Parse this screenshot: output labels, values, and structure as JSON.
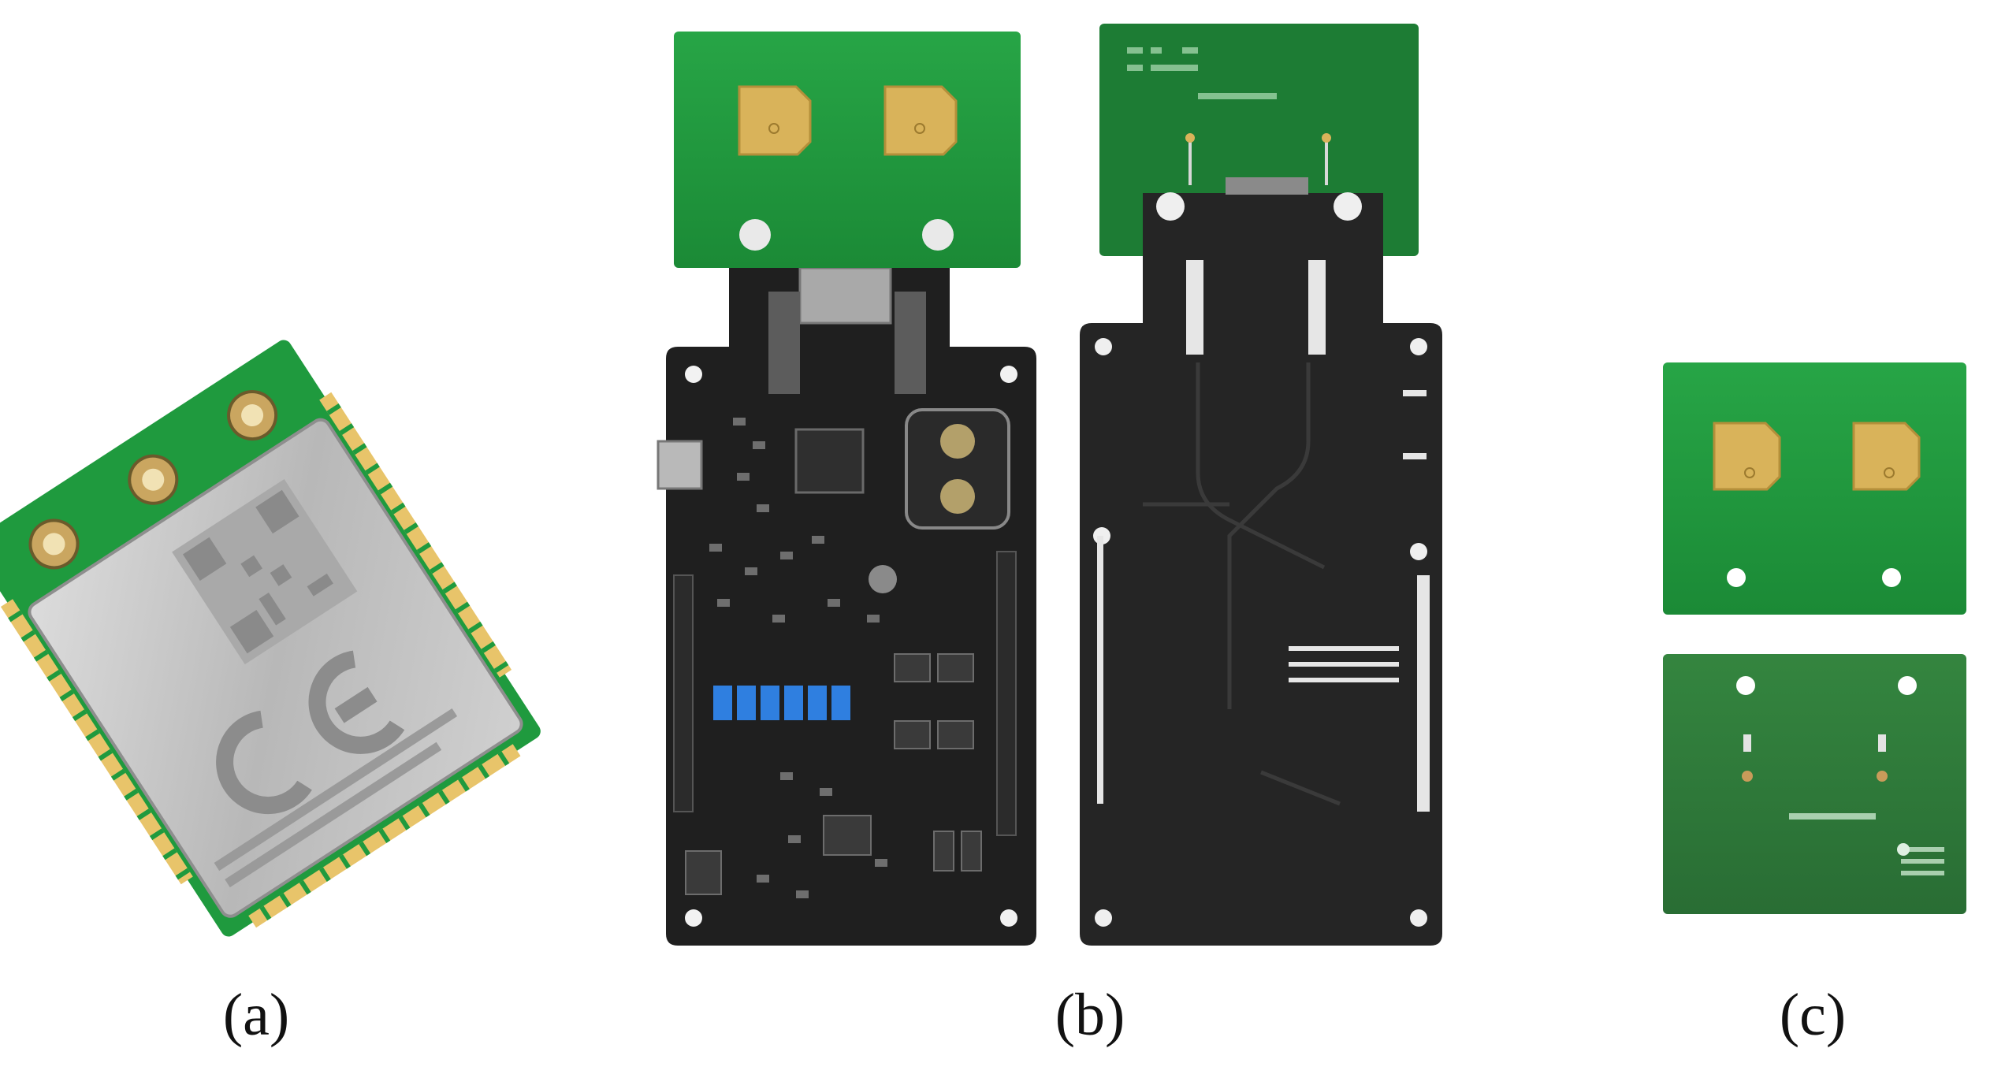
{
  "captions": {
    "a": "(a)",
    "b": "(b)",
    "c": "(c)"
  },
  "colors": {
    "pcb_green": "#1f8f3a",
    "pcb_green_light": "#23a443",
    "pcb_green_dark": "#176b2b",
    "pcb_black": "#1e1e1e",
    "pcb_black_back": "#252525",
    "gold_pad": "#d9b35a",
    "shield_silver": "#c9c9c9",
    "header_blue": "#2f7fe0",
    "back_green": "#2e7a3a"
  },
  "icons": {
    "module": "wireless-module-image",
    "board_front": "dev-board-front-image",
    "board_back": "dev-board-back-image",
    "antenna_front": "antenna-board-front-image",
    "antenna_back": "antenna-board-back-image"
  }
}
